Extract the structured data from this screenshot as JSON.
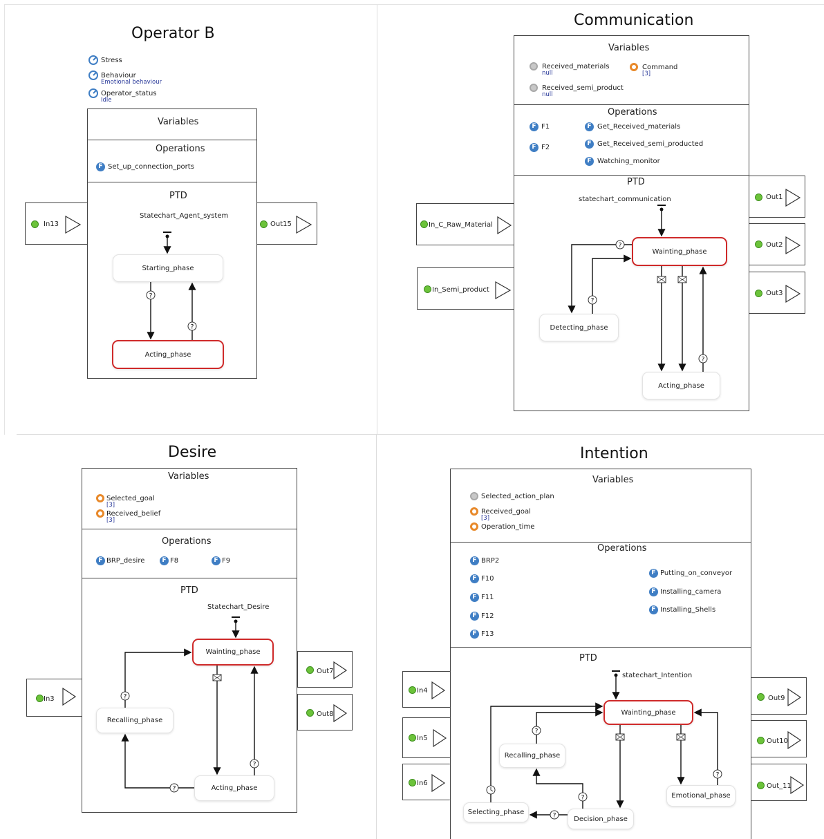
{
  "panels": {
    "operator": {
      "title": "Operator  B",
      "agent_params": [
        {
          "name": "Stress",
          "value": ""
        },
        {
          "name": "Behaviour",
          "value": "Emotional behaviour"
        },
        {
          "name": "Operator_status",
          "value": "Idle"
        }
      ],
      "variables_title": "Variables",
      "operations_title": "Operations",
      "operations": [
        "Set_up_connection_ports"
      ],
      "ptd_title": "PTD",
      "statechart_name": "Statechart_Agent_system",
      "states": [
        "Starting_phase",
        "Acting_phase"
      ],
      "in_ports": [
        "In13"
      ],
      "out_ports": [
        "Out15"
      ]
    },
    "communication": {
      "title": "Communication",
      "variables_title": "Variables",
      "variables": [
        {
          "name": "Received_materials",
          "value": "null",
          "kind": "gray"
        },
        {
          "name": "Command",
          "value": "[3]",
          "kind": "orange"
        },
        {
          "name": "Received_semi_product",
          "value": "null",
          "kind": "gray"
        }
      ],
      "operations_title": "Operations",
      "operations": [
        "F1",
        "F2",
        "Get_Received_materials",
        "Get_Received_semi_producted",
        "Watching_monitor"
      ],
      "ptd_title": "PTD",
      "statechart_name": "statechart_communication",
      "states": [
        "Wainting_phase",
        "Detecting_phase",
        "Acting_phase"
      ],
      "in_ports": [
        "In_C_Raw_Material",
        "In_Semi_product"
      ],
      "out_ports": [
        "Out1",
        "Out2",
        "Out3"
      ]
    },
    "desire": {
      "title": "Desire",
      "variables_title": "Variables",
      "variables": [
        {
          "name": "Selected_goal",
          "value": "[3]",
          "kind": "orange"
        },
        {
          "name": "Received_belief",
          "value": "[3]",
          "kind": "orange"
        }
      ],
      "operations_title": "Operations",
      "operations": [
        "BRP_desire",
        "F8",
        "F9"
      ],
      "ptd_title": "PTD",
      "statechart_name": "Statechart_Desire",
      "states": [
        "Wainting_phase",
        "Recalling_phase",
        "Acting_phase"
      ],
      "in_ports": [
        "In3"
      ],
      "out_ports": [
        "Out7",
        "Out8"
      ]
    },
    "intention": {
      "title": "Intention",
      "variables_title": "Variables",
      "variables": [
        {
          "name": "Selected_action_plan",
          "value": "",
          "kind": "gray"
        },
        {
          "name": "Received_goal",
          "value": "[3]",
          "kind": "orange"
        },
        {
          "name": "Operation_time",
          "value": "",
          "kind": "orange"
        }
      ],
      "operations_title": "Operations",
      "operations": [
        "BRP2",
        "F10",
        "F11",
        "F12",
        "F13",
        "Putting_on_conveyor",
        "Installing_camera",
        "Installing_Shells"
      ],
      "ptd_title": "PTD",
      "statechart_name": "statechart_Intention",
      "states": [
        "Wainting_phase",
        "Recalling_phase",
        "Emotional_phase",
        "Selecting_phase",
        "Decision_phase"
      ],
      "in_ports": [
        "In4",
        "In5",
        "In6"
      ],
      "out_ports": [
        "Out9",
        "Out10",
        "Out_11"
      ]
    }
  },
  "colors": {
    "active_state_border": "#cf2a2a",
    "port_dot": "#6cc33a",
    "function_icon": "#3f7ec4",
    "variable_orange": "#e8892a",
    "variable_gray": "#c8c8c8"
  },
  "icons": {
    "function": "F",
    "parameter": "gauge-icon",
    "condition": "?",
    "message": "envelope-icon",
    "timeout": "clock-icon"
  }
}
